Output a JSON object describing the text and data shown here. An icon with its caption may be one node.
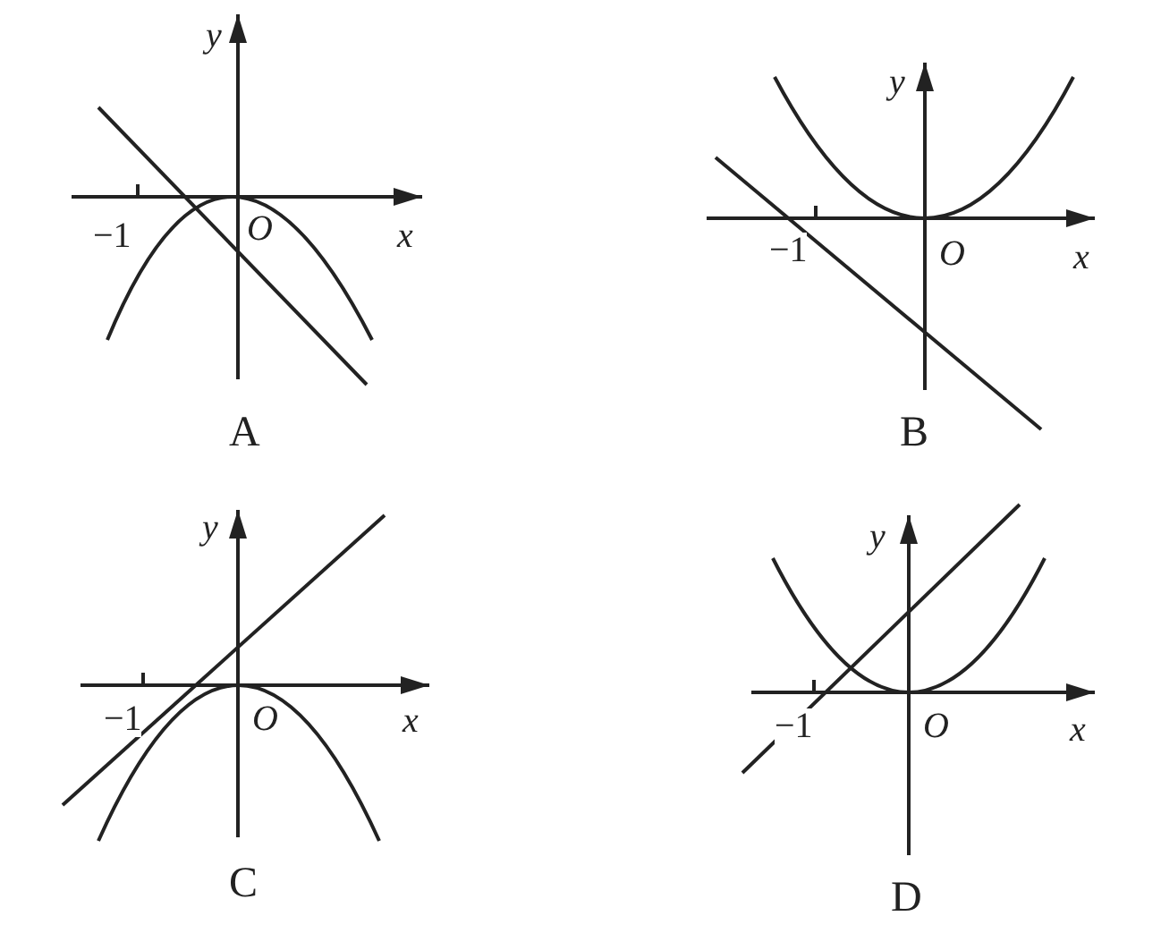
{
  "diagram": {
    "labels": [
      "y",
      "−1",
      "O",
      "x",
      "A",
      "y",
      "−1",
      "O",
      "x",
      "B",
      "y",
      "−1",
      "O",
      "x",
      "C",
      "y",
      "−1",
      "O",
      "x",
      "D"
    ]
  }
}
